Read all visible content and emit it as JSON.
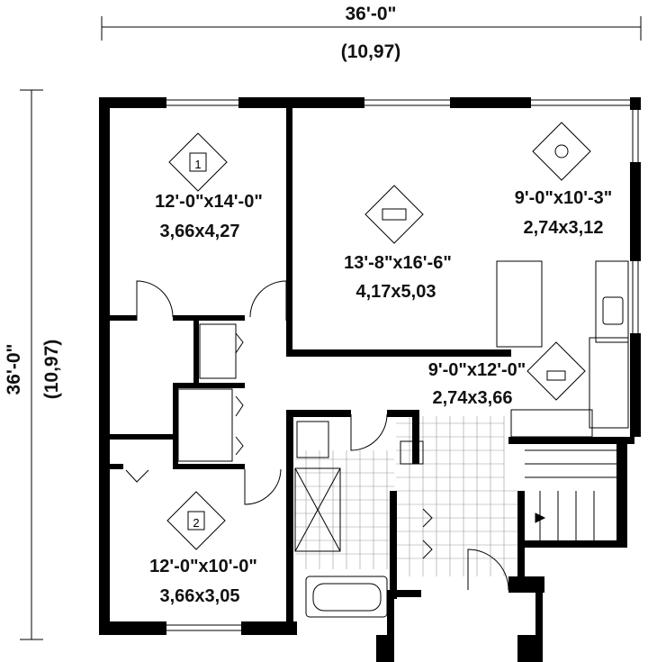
{
  "dimensions": {
    "width_imperial": "36'-0\"",
    "width_metric": "(10,97)",
    "depth_imperial": "36'-0\"",
    "depth_metric": "(10,97)"
  },
  "rooms": [
    {
      "name": "bedroom-1",
      "icon": "bed-1-icon",
      "icon_label": "1",
      "imperial": "12'-0\"x14'-0\"",
      "metric": "3,66x4,27"
    },
    {
      "name": "living-room",
      "icon": "sofa-icon",
      "imperial": "13'-8\"x16'-6\"",
      "metric": "4,17x5,03"
    },
    {
      "name": "dining-room",
      "icon": "plate-icon",
      "imperial": "9'-0\"x10'-3\"",
      "metric": "2,74x3,12"
    },
    {
      "name": "kitchen",
      "icon": "cooking-pot-icon",
      "imperial": "9'-0\"x12'-0\"",
      "metric": "2,74x3,66"
    },
    {
      "name": "bedroom-2",
      "icon": "bed-2-icon",
      "icon_label": "2",
      "imperial": "12'-0\"x10'-0\"",
      "metric": "3,66x3,05"
    }
  ]
}
